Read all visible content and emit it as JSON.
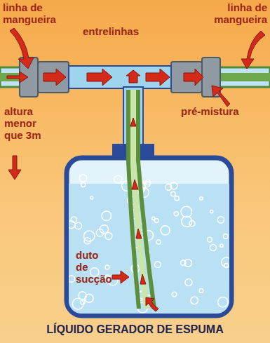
{
  "diagram": {
    "caption": "LÍQUIDO GERADOR DE ESPUMA",
    "labels": [
      "linha de mangueira",
      "entrelinhas",
      "linha de mangueira",
      "altura menor que 3m",
      "pré-mistura",
      "duto de sucção"
    ]
  }
}
